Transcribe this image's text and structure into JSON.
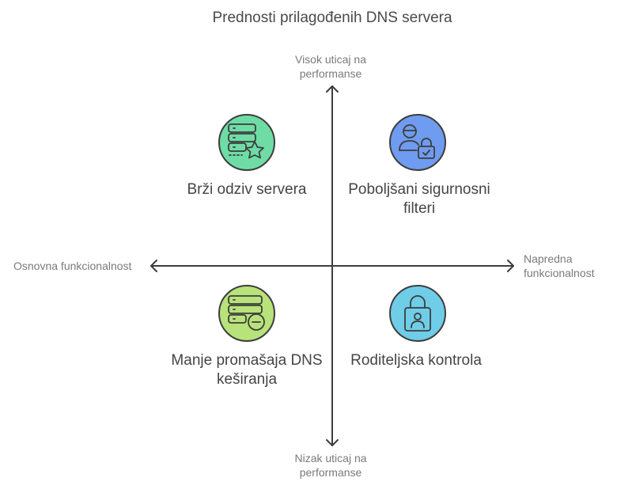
{
  "title": "Prednosti prilagođenih DNS servera",
  "axes": {
    "top": "Visok uticaj na performanse",
    "bottom": "Nizak uticaj na performanse",
    "left": "Osnovna funkcionalnost",
    "right": "Napredna funkcionalnost"
  },
  "quadrants": {
    "top_left": {
      "label": "Brži odziv servera",
      "icon": "server-star-icon",
      "color": "#6fdca5"
    },
    "top_right": {
      "label": "Poboljšani sigurnosni filteri",
      "icon": "user-lock-icon",
      "color": "#6f9cf0"
    },
    "bottom_left": {
      "label": "Manje promašaja DNS keširanja",
      "icon": "server-minus-icon",
      "color": "#b8e27a"
    },
    "bottom_right": {
      "label": "Roditeljska kontrola",
      "icon": "lock-user-icon",
      "color": "#6fcde8"
    }
  }
}
